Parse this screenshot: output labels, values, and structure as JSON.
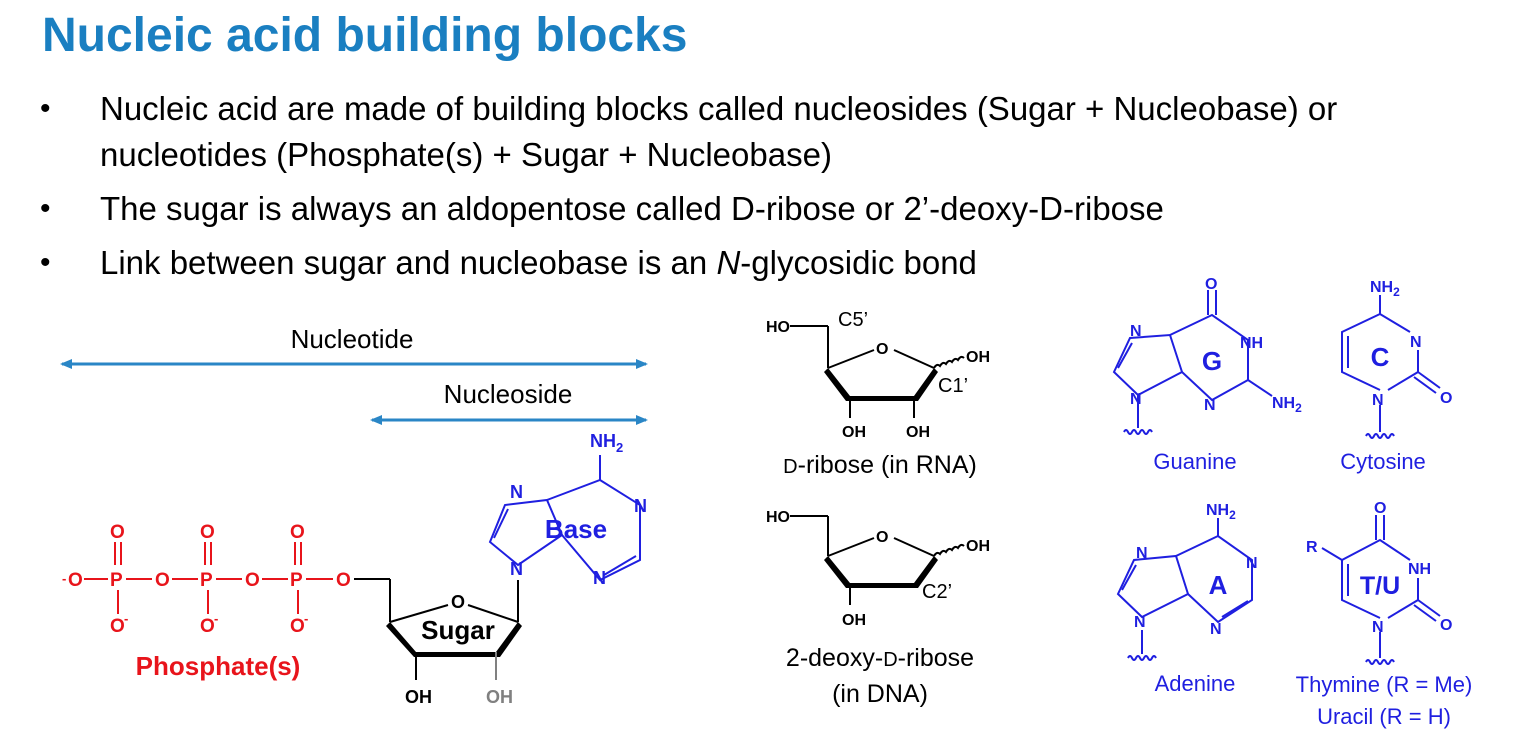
{
  "title": "Nucleic acid building blocks",
  "bullets": {
    "b1": "Nucleic acid are made of building blocks called nucleosides (Sugar + Nucleobase) or nucleotides (Phosphate(s) + Sugar + Nucleobase)",
    "b2_pre": "The sugar is always an aldopentose called ",
    "b2_d1": "D",
    "b2_mid": "-ribose or 2’-deoxy-",
    "b2_d2": "D",
    "b2_post": "-ribose",
    "b3_pre": "Link between sugar and nucleobase is an ",
    "b3_n": "N",
    "b3_post": "-glycosidic bond"
  },
  "diagram": {
    "nucleotide_label": "Nucleotide",
    "nucleoside_label": "Nucleoside",
    "phosphate_label": "Phosphate(s)",
    "sugar_label": "Sugar",
    "base_label": "Base",
    "o": "O",
    "p": "P",
    "n": "N",
    "oh": "OH",
    "ho": "HO",
    "nh2": "NH",
    "nh": "NH",
    "sub2": "2",
    "minus": "-",
    "r": "R",
    "c5": "C5’",
    "c1": "C1’",
    "c2": "C2’",
    "ribose_caption_d": "D",
    "ribose_caption": "-ribose (in RNA)",
    "deoxy_caption_pre": "2-deoxy-",
    "deoxy_caption_d": "D",
    "deoxy_caption_post": "-ribose",
    "deoxy_caption_line2": "(in DNA)"
  },
  "bases": {
    "g_letter": "G",
    "g_name": "Guanine",
    "c_letter": "C",
    "c_name": "Cytosine",
    "a_letter": "A",
    "a_name": "Adenine",
    "tu_letter": "T/U",
    "thymine_name": "Thymine (R = Me)",
    "uracil_name": "Uracil (R = H)"
  },
  "colors": {
    "title": "#1a7fc1",
    "arrow": "#2a86c6",
    "phosphate": "#e8141b",
    "base": "#1f1fe0",
    "grey_oh": "#808080"
  }
}
